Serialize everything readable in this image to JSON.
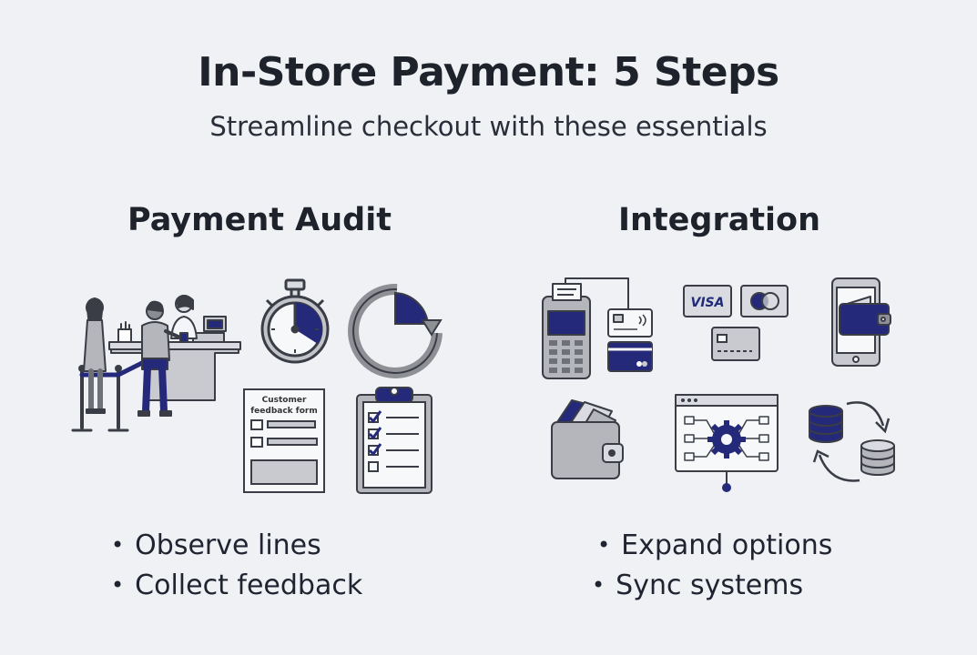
{
  "title": "In-Store Payment: 5 Steps",
  "subtitle": "Streamline checkout with these essentials",
  "sections": [
    {
      "heading": "Payment Audit",
      "bullets": [
        "Observe lines",
        "Collect feedback"
      ],
      "icons": [
        "checkout-queue-illustration",
        "stopwatch-icon",
        "clock-cycle-icon",
        "feedback-form-icon",
        "checklist-clipboard-icon"
      ],
      "form_label_line1": "Customer",
      "form_label_line2": "feedback form"
    },
    {
      "heading": "Integration",
      "bullets": [
        "Expand options",
        "Sync systems"
      ],
      "icons": [
        "payment-terminal-icon",
        "card-brands-icon",
        "mobile-wallet-icon",
        "wallet-cards-icon",
        "system-integration-icon",
        "database-sync-icon"
      ],
      "card_brand_label": "VISA"
    }
  ],
  "colors": {
    "background": "#eff1f5",
    "accent_navy": "#24297a",
    "gray": "#a6a8ae",
    "outline": "#3a3d45"
  }
}
